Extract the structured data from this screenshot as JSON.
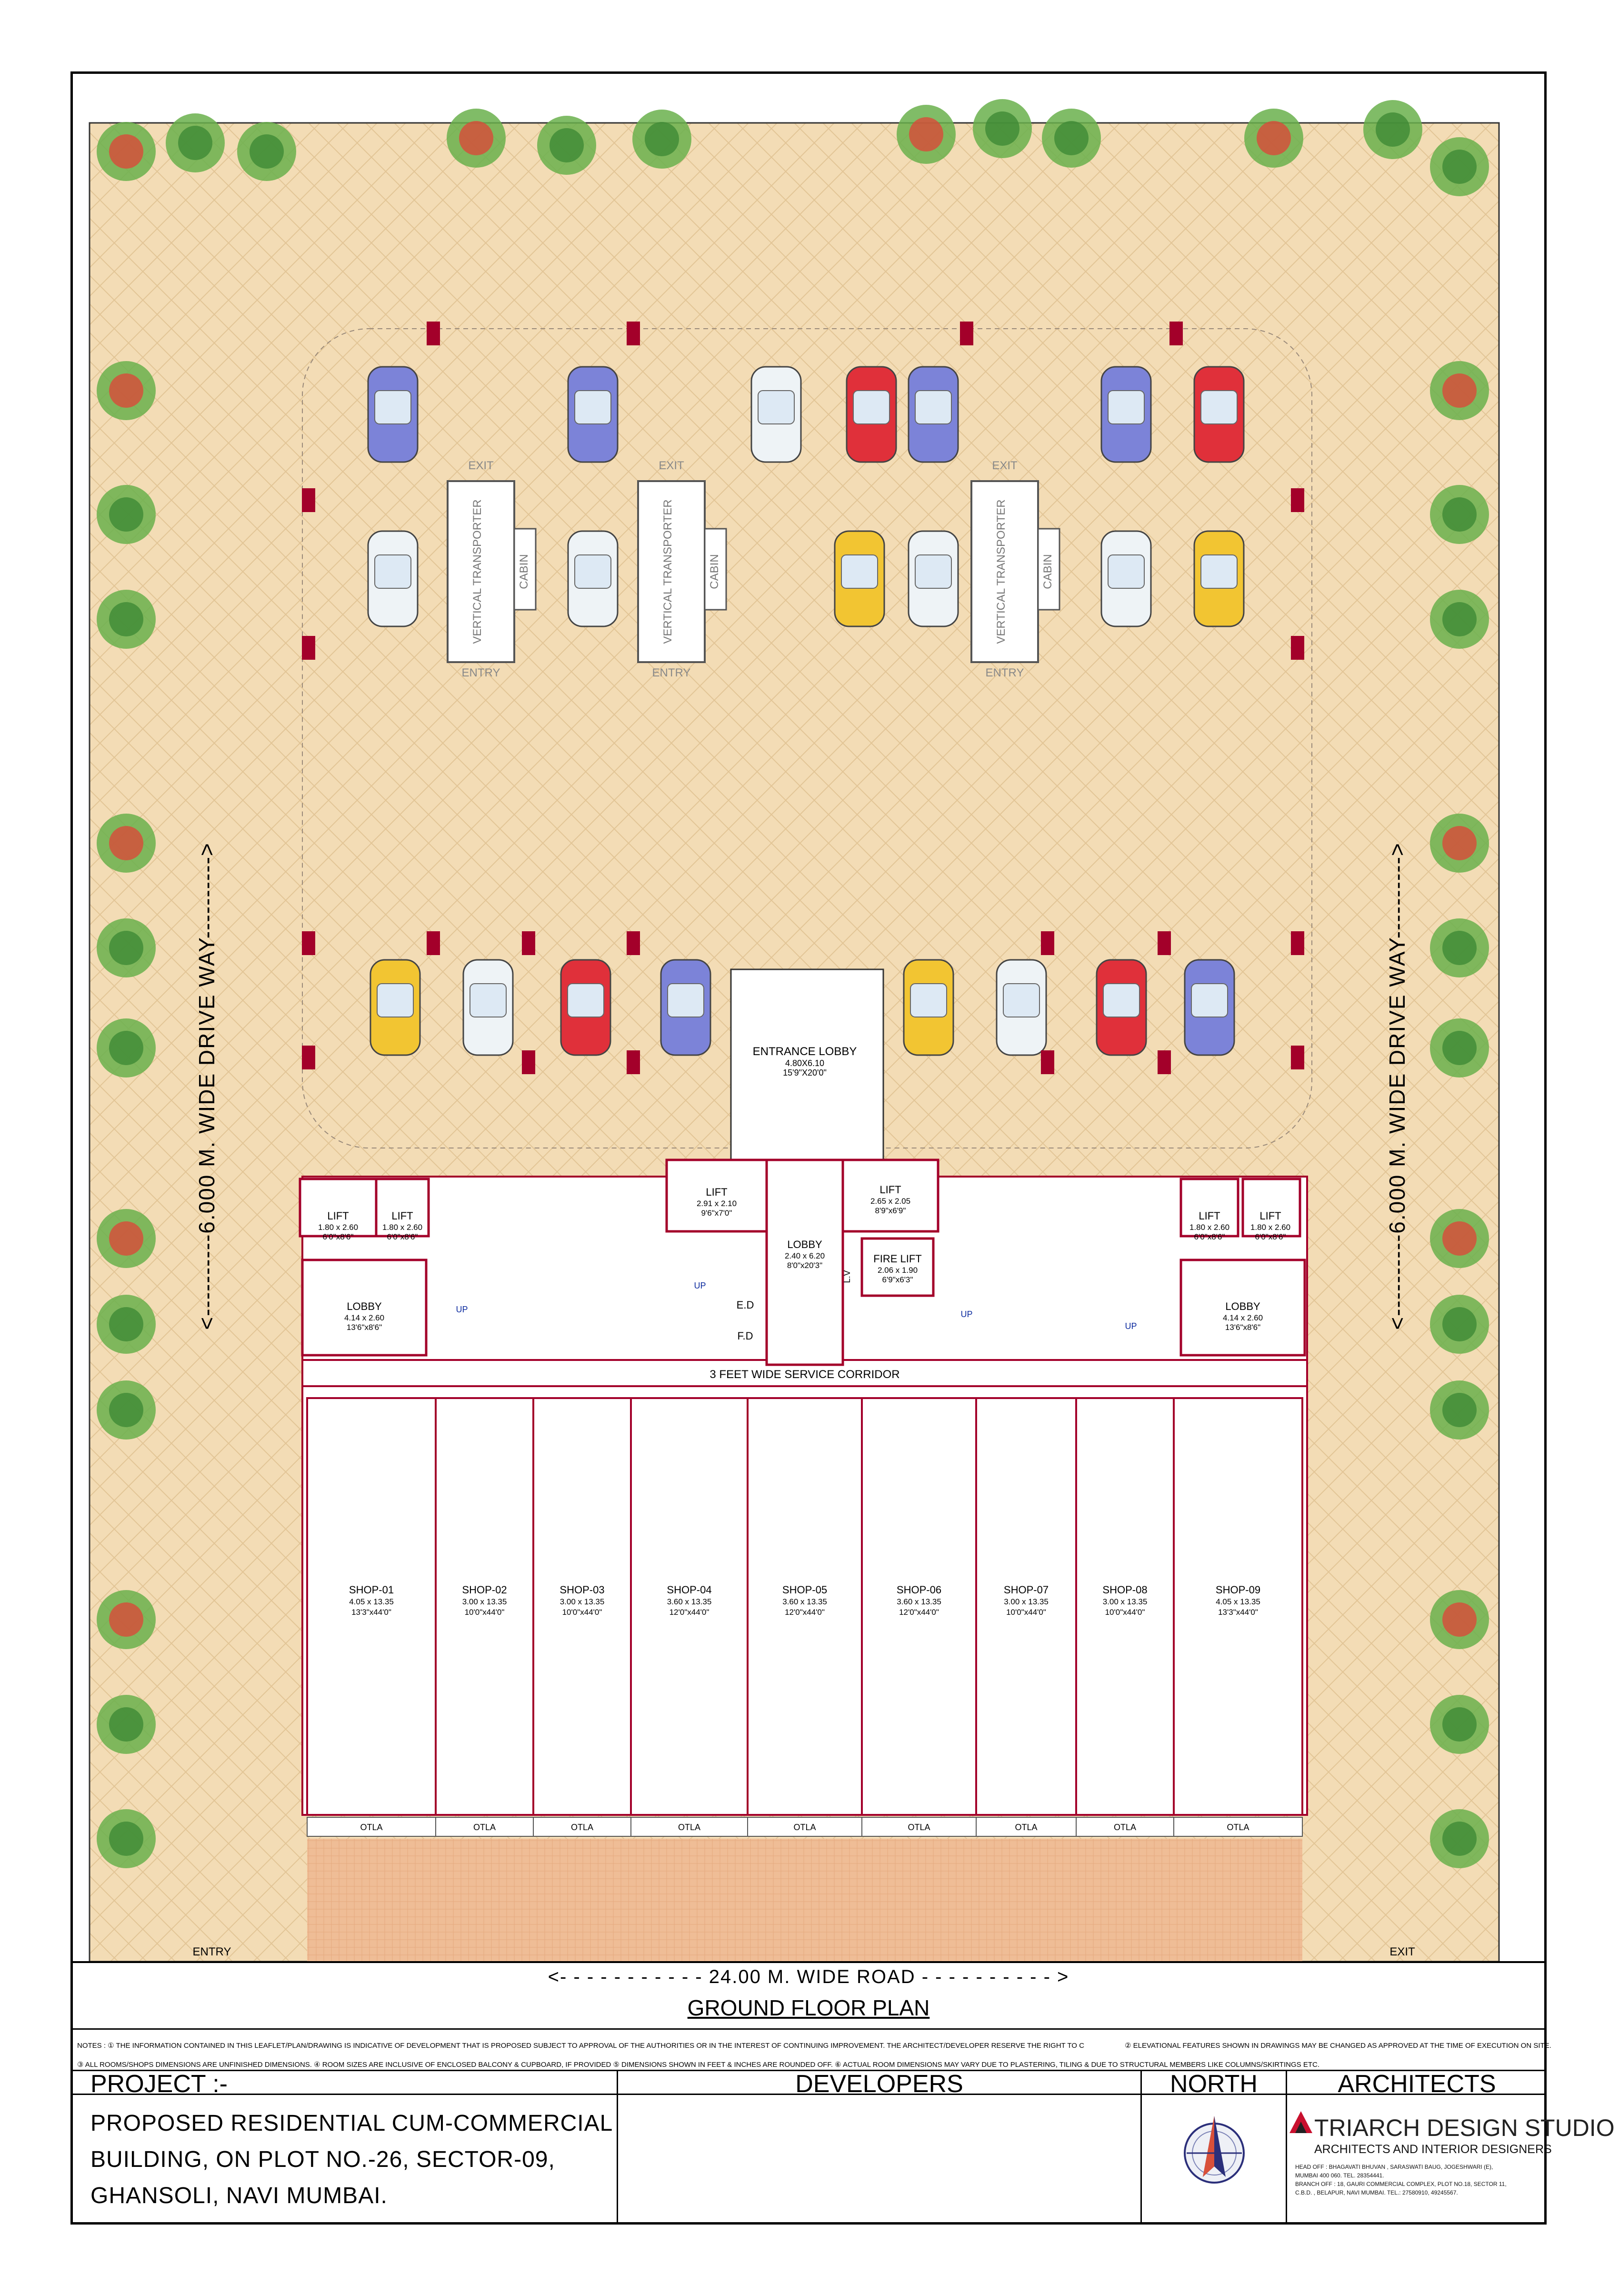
{
  "drawing": {
    "title": "GROUND FLOOR PLAN",
    "road_label": "<- - - - - - - - - - -   24.00 M. WIDE ROAD   - - - - - - - - - - >",
    "driveway_left": "<----------6.000 M. WIDE DRIVE WAY---------->",
    "driveway_right": "<----------6.000 M. WIDE DRIVE WAY---------->",
    "entry_gate": "ENTRY",
    "exit_gate": "EXIT",
    "service_corridor": "3 FEET WIDE SERVICE CORRIDOR",
    "transporters": [
      {
        "label": "VERTICAL TRANSPORTER",
        "cabin": "CABIN",
        "exit": "EXIT",
        "entry": "ENTRY"
      },
      {
        "label": "VERTICAL TRANSPORTER",
        "cabin": "CABIN",
        "exit": "EXIT",
        "entry": "ENTRY"
      },
      {
        "label": "VERTICAL TRANSPORTER",
        "cabin": "CABIN",
        "exit": "EXIT",
        "entry": "ENTRY"
      }
    ],
    "entrance_lobby": {
      "name": "ENTRANCE LOBBY",
      "size": "4.80X6.10",
      "feet": "15'9\"X20'0\""
    },
    "rooms": [
      {
        "name": "LIFT",
        "size": "1.80 x 2.60",
        "feet": "6'0\"x8'6\""
      },
      {
        "name": "LIFT",
        "size": "1.80 x 2.60",
        "feet": "6'0\"x8'6\""
      },
      {
        "name": "LOBBY",
        "size": "4.14 x 2.60",
        "feet": "13'6\"x8'6\""
      },
      {
        "name": "LIFT",
        "size": "2.91 x 2.10",
        "feet": "9'6\"x7'0\""
      },
      {
        "name": "LIFT",
        "size": "2.65 x 2.05",
        "feet": "8'9\"x6'9\""
      },
      {
        "name": "LOBBY",
        "size": "2.40 x 6.20",
        "feet": "8'0\"x20'3\""
      },
      {
        "name": "FIRE LIFT",
        "size": "2.06 x 1.90",
        "feet": "6'9\"x6'3\""
      },
      {
        "name": "LIFT",
        "size": "1.80 x 2.60",
        "feet": "6'0\"x8'6\""
      },
      {
        "name": "LIFT",
        "size": "1.80 x 2.60",
        "feet": "6'0\"x8'6\""
      },
      {
        "name": "LOBBY",
        "size": "4.14 x 2.60",
        "feet": "13'6\"x8'6\""
      }
    ],
    "small_labels": {
      "ed": "E.D",
      "fd": "F.D",
      "lv": "L.V",
      "up": "UP"
    },
    "shops": [
      {
        "name": "SHOP-01",
        "size": "4.05 x 13.35",
        "feet": "13'3\"x44'0\"",
        "otla": "OTLA"
      },
      {
        "name": "SHOP-02",
        "size": "3.00 x 13.35",
        "feet": "10'0\"x44'0\"",
        "otla": "OTLA"
      },
      {
        "name": "SHOP-03",
        "size": "3.00 x 13.35",
        "feet": "10'0\"x44'0\"",
        "otla": "OTLA"
      },
      {
        "name": "SHOP-04",
        "size": "3.60 x 13.35",
        "feet": "12'0\"x44'0\"",
        "otla": "OTLA"
      },
      {
        "name": "SHOP-05",
        "size": "3.60 x 13.35",
        "feet": "12'0\"x44'0\"",
        "otla": "OTLA"
      },
      {
        "name": "SHOP-06",
        "size": "3.60 x 13.35",
        "feet": "12'0\"x44'0\"",
        "otla": "OTLA"
      },
      {
        "name": "SHOP-07",
        "size": "3.00 x 13.35",
        "feet": "10'0\"x44'0\"",
        "otla": "OTLA"
      },
      {
        "name": "SHOP-08",
        "size": "3.00 x 13.35",
        "feet": "10'0\"x44'0\"",
        "otla": "OTLA"
      },
      {
        "name": "SHOP-09",
        "size": "4.05 x 13.35",
        "feet": "13'3\"x44'0\"",
        "otla": "OTLA"
      }
    ],
    "car_colors": [
      "blue",
      "blue",
      "white",
      "red",
      "blue",
      "blue",
      "red",
      "white",
      "white",
      "yellow",
      "white",
      "white",
      "yellow",
      "yellow",
      "white",
      "red",
      "blue",
      "yellow",
      "white",
      "red",
      "blue"
    ]
  },
  "notes": {
    "line1": "NOTES :  ① THE INFORMATION CONTAINED IN THIS LEAFLET/PLAN/DRAWING IS INDICATIVE OF DEVELOPMENT THAT IS PROPOSED SUBJECT TO APPROVAL OF THE AUTHORITIES OR IN THE INTEREST OF CONTINUING IMPROVEMENT. THE ARCHITECT/DEVELOPER RESERVE THE RIGHT TO C",
    "line1b": "② ELEVATIONAL FEATURES SHOWN IN DRAWINGS MAY BE CHANGED AS APPROVED AT THE TIME OF EXECUTION ON SITE.",
    "line2": "③ ALL ROOMS/SHOPS DIMENSIONS ARE UNFINISHED DIMENSIONS.   ④ ROOM SIZES ARE INCLUSIVE OF ENCLOSED BALCONY & CUPBOARD, IF PROVIDED   ⑤ DIMENSIONS SHOWN IN FEET & INCHES ARE ROUNDED OFF.   ⑥ ACTUAL ROOM DIMENSIONS MAY VARY DUE TO PLASTERING, TILING & DUE TO STRUCTURAL MEMBERS LIKE COLUMNS/SKIRTINGS ETC."
  },
  "title_block": {
    "project_label": "PROJECT :-",
    "developers_label": "DEVELOPERS",
    "north_label": "NORTH",
    "architects_label": "ARCHITECTS",
    "project_line1": "PROPOSED RESIDENTIAL CUM-COMMERCIAL",
    "project_line2": "BUILDING, ON PLOT NO.-26, SECTOR-09,",
    "project_line3": "GHANSOLI, NAVI MUMBAI.",
    "architect_name": "TRIARCH DESIGN STUDIO",
    "architect_sub": "ARCHITECTS AND INTERIOR DESIGNERS",
    "head_off": "HEAD OFF    : BHAGAVATI  BHUVAN , SARASWATI  BAUG, JOGESHWARI (E),",
    "head_off2": "MUMBAI 400 060.                           TEL. 28354441.",
    "branch_off": "BRANCH OFF : 18, GAURI  COMMERCIAL  COMPLEX,  PLOT NO.18, SECTOR 11,",
    "branch_off2": "C.B.D. , BELAPUR, NAVI MUMBAI.         TEL.: 27580910, 49245567."
  },
  "colors": {
    "paving": "#f3dcb5",
    "paving_line": "#e2c596",
    "wall_red": "#a3002a",
    "front_paving": "#efbd96",
    "tree_green": "#6ab04c",
    "tree_red": "#d94a3a"
  }
}
